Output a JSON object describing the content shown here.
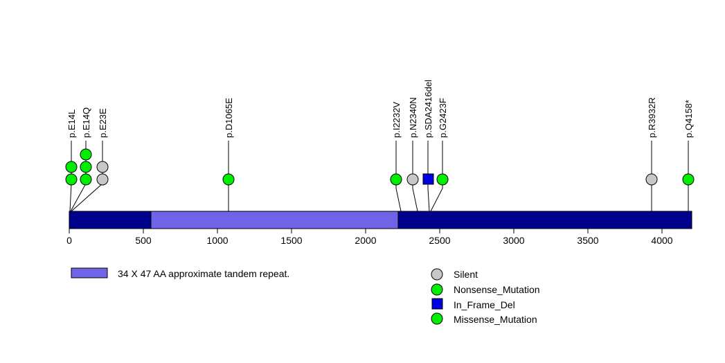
{
  "chart_data": {
    "type": "lollipop",
    "title": "",
    "xlabel": "",
    "ylabel": "",
    "xlim": [
      0,
      4200
    ],
    "grid": false,
    "protein": {
      "length": 4200,
      "backbone_color": "#00008f",
      "domain_color": "#6f64e8",
      "domains": [
        {
          "name": "34 X 47 AA approximate tandem repeat.",
          "start": 520,
          "end": 2090,
          "color": "#6f64e8"
        }
      ]
    },
    "axis": {
      "ticks": [
        0,
        500,
        1000,
        1500,
        2000,
        2500,
        3000,
        3500,
        4000
      ],
      "tick_labels": [
        "0",
        "500",
        "1000",
        "1500",
        "2000",
        "2500",
        "3000",
        "3500",
        "4000"
      ]
    },
    "mutations": [
      {
        "label": "p.E14L",
        "position": 14,
        "count": 2,
        "type": "Missense_Mutation",
        "color": "#00ee00"
      },
      {
        "label": "p.E14Q",
        "position": 14,
        "count": 3,
        "type": "Missense_Mutation",
        "color": "#00ee00"
      },
      {
        "label": "p.E23E",
        "position": 23,
        "count": 2,
        "type": "Silent",
        "color": "#c8c8c8"
      },
      {
        "label": "p.D1065E",
        "position": 1065,
        "count": 1,
        "type": "Missense_Mutation",
        "color": "#00ee00"
      },
      {
        "label": "p.I2232V",
        "position": 2232,
        "count": 1,
        "type": "Missense_Mutation",
        "color": "#00ee00"
      },
      {
        "label": "p.N2340N",
        "position": 2340,
        "count": 1,
        "type": "Silent",
        "color": "#c8c8c8"
      },
      {
        "label": "p.SDA2416del",
        "position": 2416,
        "count": 1,
        "type": "In_Frame_Del",
        "color": "#0000e0",
        "shape": "square"
      },
      {
        "label": "p.G2423F",
        "position": 2423,
        "count": 1,
        "type": "Missense_Mutation",
        "color": "#00ee00"
      },
      {
        "label": "p.R3932R",
        "position": 3932,
        "count": 1,
        "type": "Silent",
        "color": "#c8c8c8"
      },
      {
        "label": "p.Q4158*",
        "position": 4158,
        "count": 1,
        "type": "Nonsense_Mutation",
        "color": "#00ee00"
      }
    ],
    "legend_domain": [
      {
        "label": "34 X 47 AA approximate tandem repeat.",
        "color": "#6f64e8",
        "shape": "rect"
      }
    ],
    "legend_mutation": [
      {
        "label": "Silent",
        "color": "#c8c8c8",
        "shape": "circle"
      },
      {
        "label": "Nonsense_Mutation",
        "color": "#00ee00",
        "shape": "circle"
      },
      {
        "label": "In_Frame_Del",
        "color": "#0000e0",
        "shape": "square"
      },
      {
        "label": "Missense_Mutation",
        "color": "#00ee00",
        "shape": "circle"
      }
    ]
  },
  "labels": {
    "m0": "p.E14L",
    "m1": "p.E14Q",
    "m2": "p.E23E",
    "m3": "p.D1065E",
    "m4": "p.I2232V",
    "m5": "p.N2340N",
    "m6": "p.SDA2416del",
    "m7": "p.G2423F",
    "m8": "p.R3932R",
    "m9": "p.Q4158*"
  },
  "ticks": {
    "t0": "0",
    "t1": "500",
    "t2": "1000",
    "t3": "1500",
    "t4": "2000",
    "t5": "2500",
    "t6": "3000",
    "t7": "3500",
    "t8": "4000"
  },
  "legend": {
    "domain_label": "34 X 47 AA approximate tandem repeat.",
    "silent": "Silent",
    "nonsense": "Nonsense_Mutation",
    "inframedel": "In_Frame_Del",
    "missense": "Missense_Mutation"
  }
}
